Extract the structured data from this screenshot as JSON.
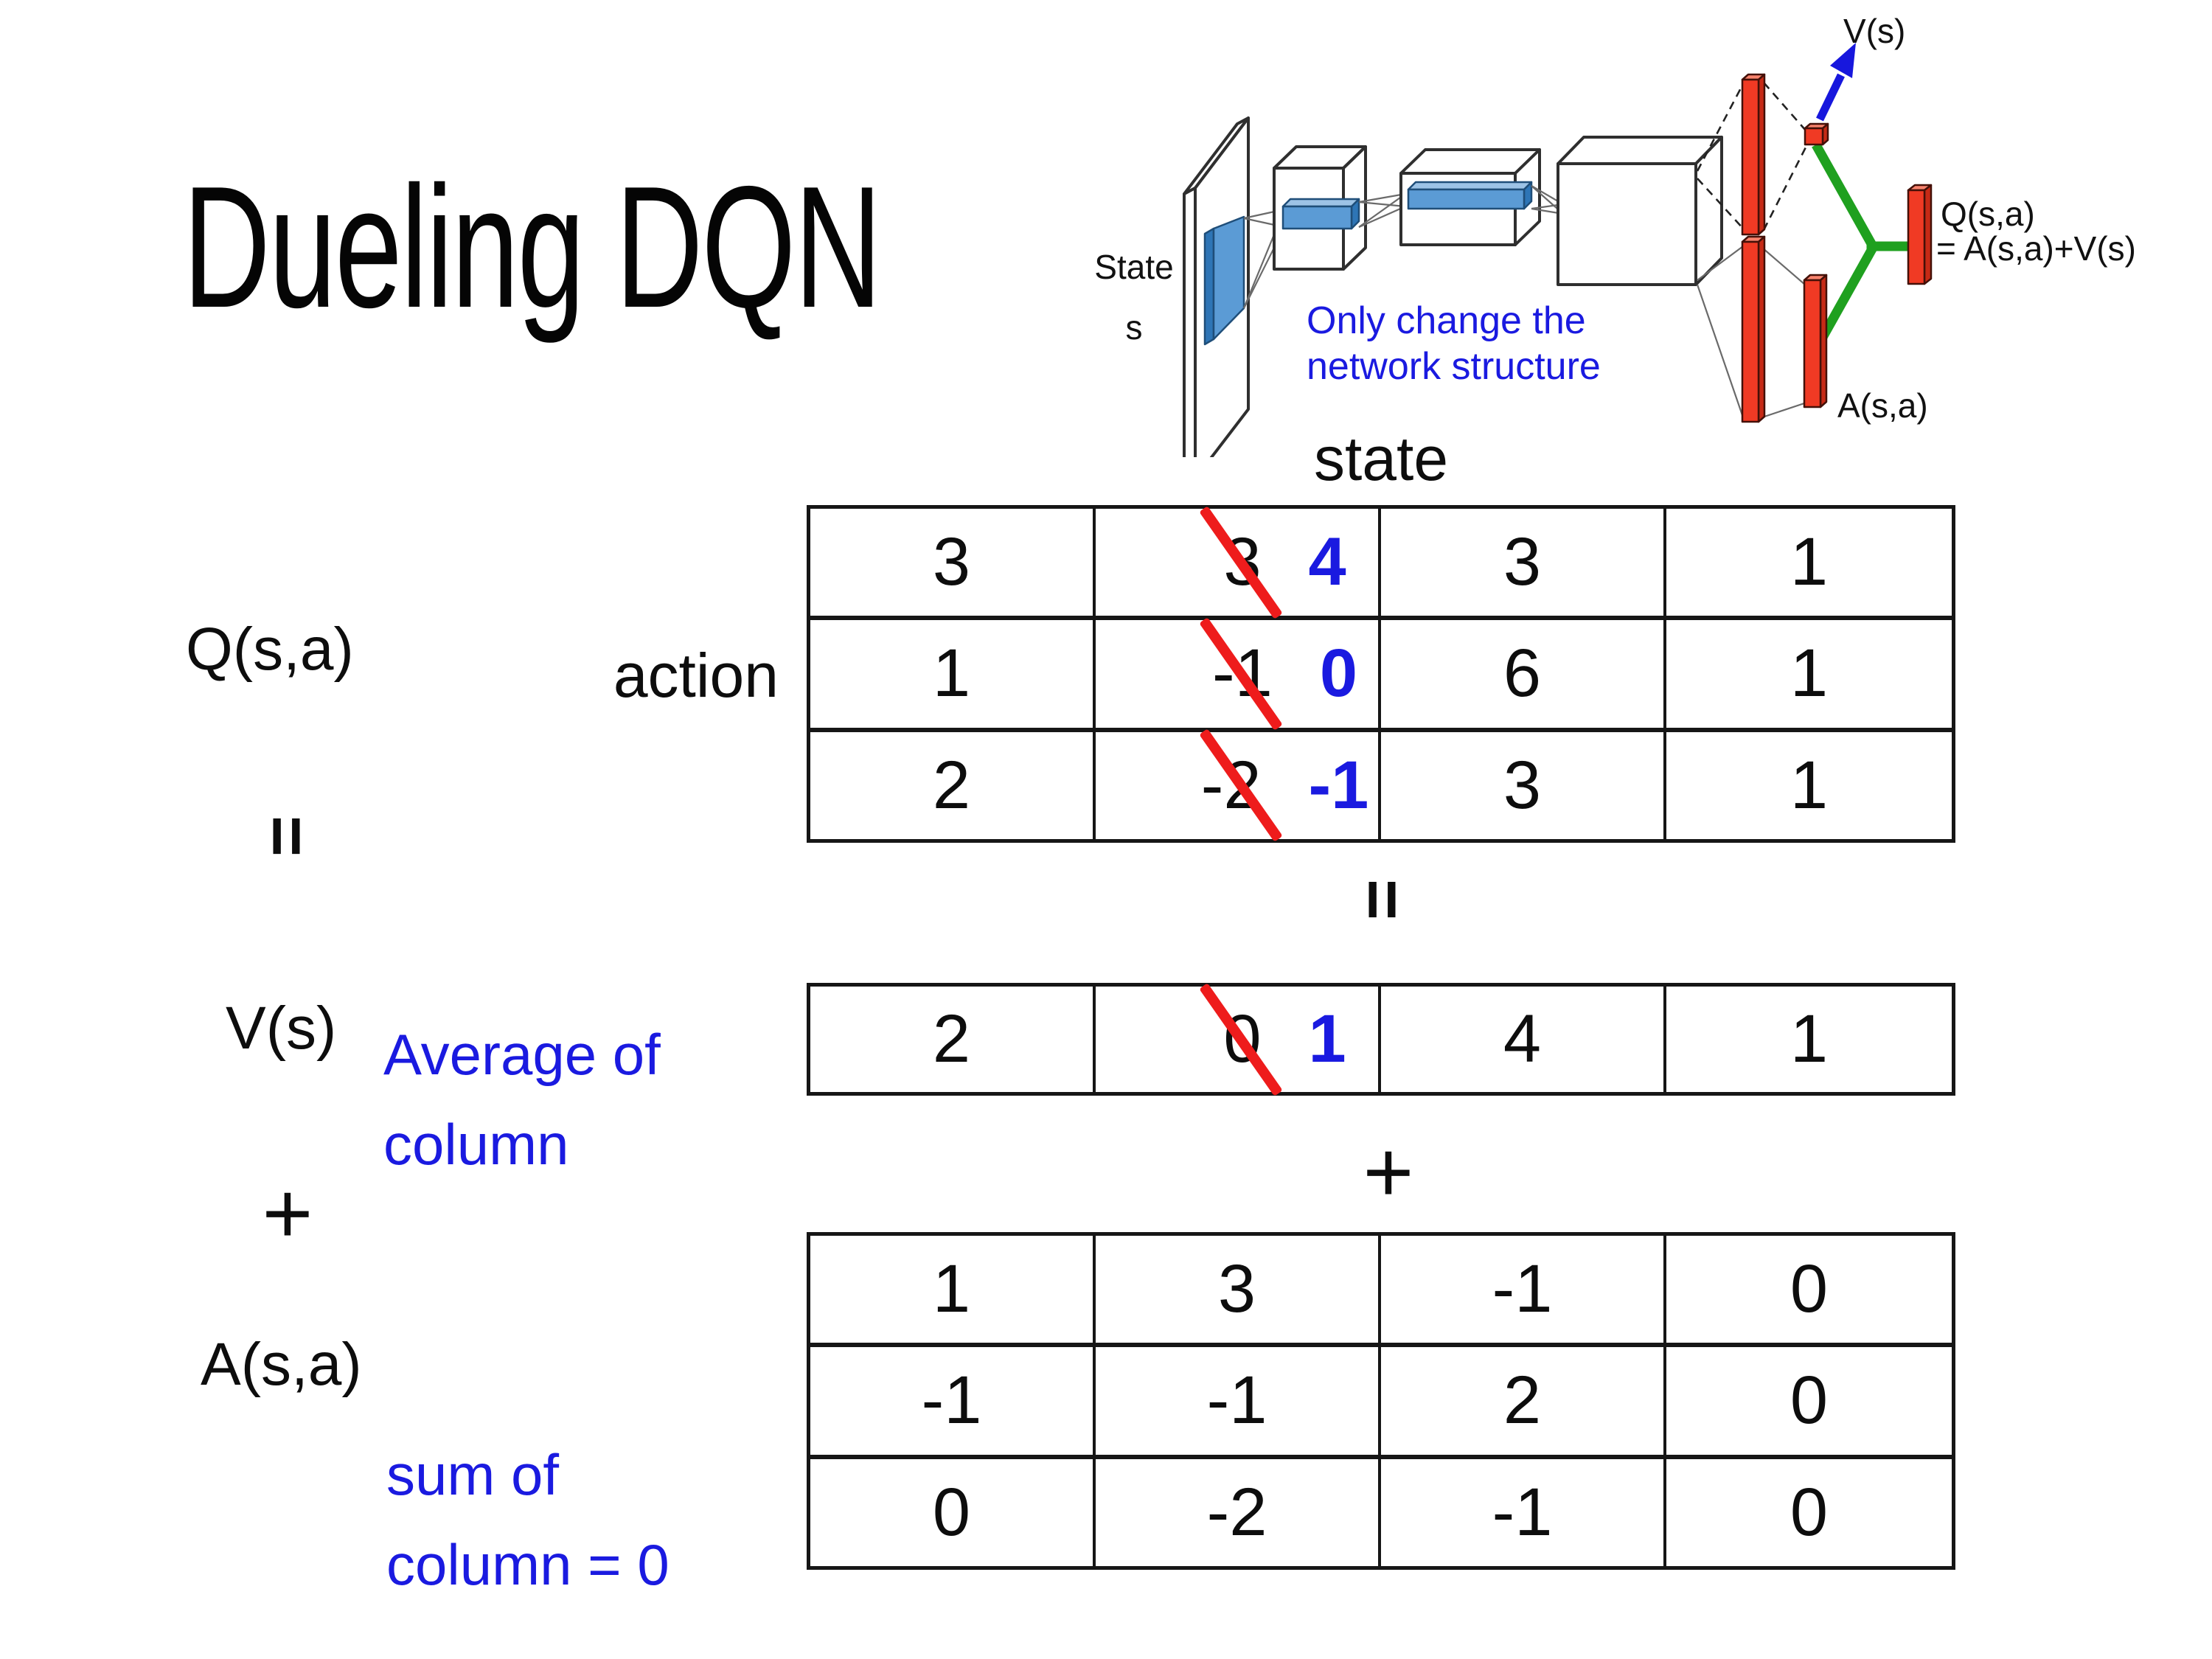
{
  "title": "Dueling DQN",
  "colors": {
    "blue": "#1a1ae0",
    "strike_red": "#ee1c1c",
    "bar_red": "#f03a24",
    "green": "#1fa01f",
    "conv_blue": "#5b9bd5"
  },
  "diagram": {
    "state_line1": "State",
    "state_line2": "s",
    "v_out_label": "V(s)",
    "q_out_label": "Q(s,a)",
    "q_out_formula": "= A(s,a)+V(s)",
    "a_out_label": "A(s,a)",
    "note_line1": "Only change the",
    "note_line2": "network structure"
  },
  "equation": {
    "q_label": "Q(s,a)",
    "v_label": "V(s)",
    "a_label": "A(s,a)",
    "state_header": "state",
    "action_label": "action",
    "plus": "+",
    "v_note_line1": "Average of",
    "v_note_line2": "column",
    "a_note_line1": "sum of",
    "a_note_line2": "column = 0"
  },
  "q_table": {
    "rows": [
      {
        "col1": "3",
        "old": "3",
        "new": "4",
        "col3": "3",
        "col4": "1"
      },
      {
        "col1": "1",
        "old": "-1",
        "new": "0",
        "col3": "6",
        "col4": "1"
      },
      {
        "col1": "2",
        "old": "-2",
        "new": "-1",
        "col3": "3",
        "col4": "1"
      }
    ]
  },
  "v_table": {
    "col1": "2",
    "old": "0",
    "new": "1",
    "col3": "4",
    "col4": "1"
  },
  "a_table": {
    "rows": [
      [
        "1",
        "3",
        "-1",
        "0"
      ],
      [
        "-1",
        "-1",
        "2",
        "0"
      ],
      [
        "0",
        "-2",
        "-1",
        "0"
      ]
    ]
  }
}
